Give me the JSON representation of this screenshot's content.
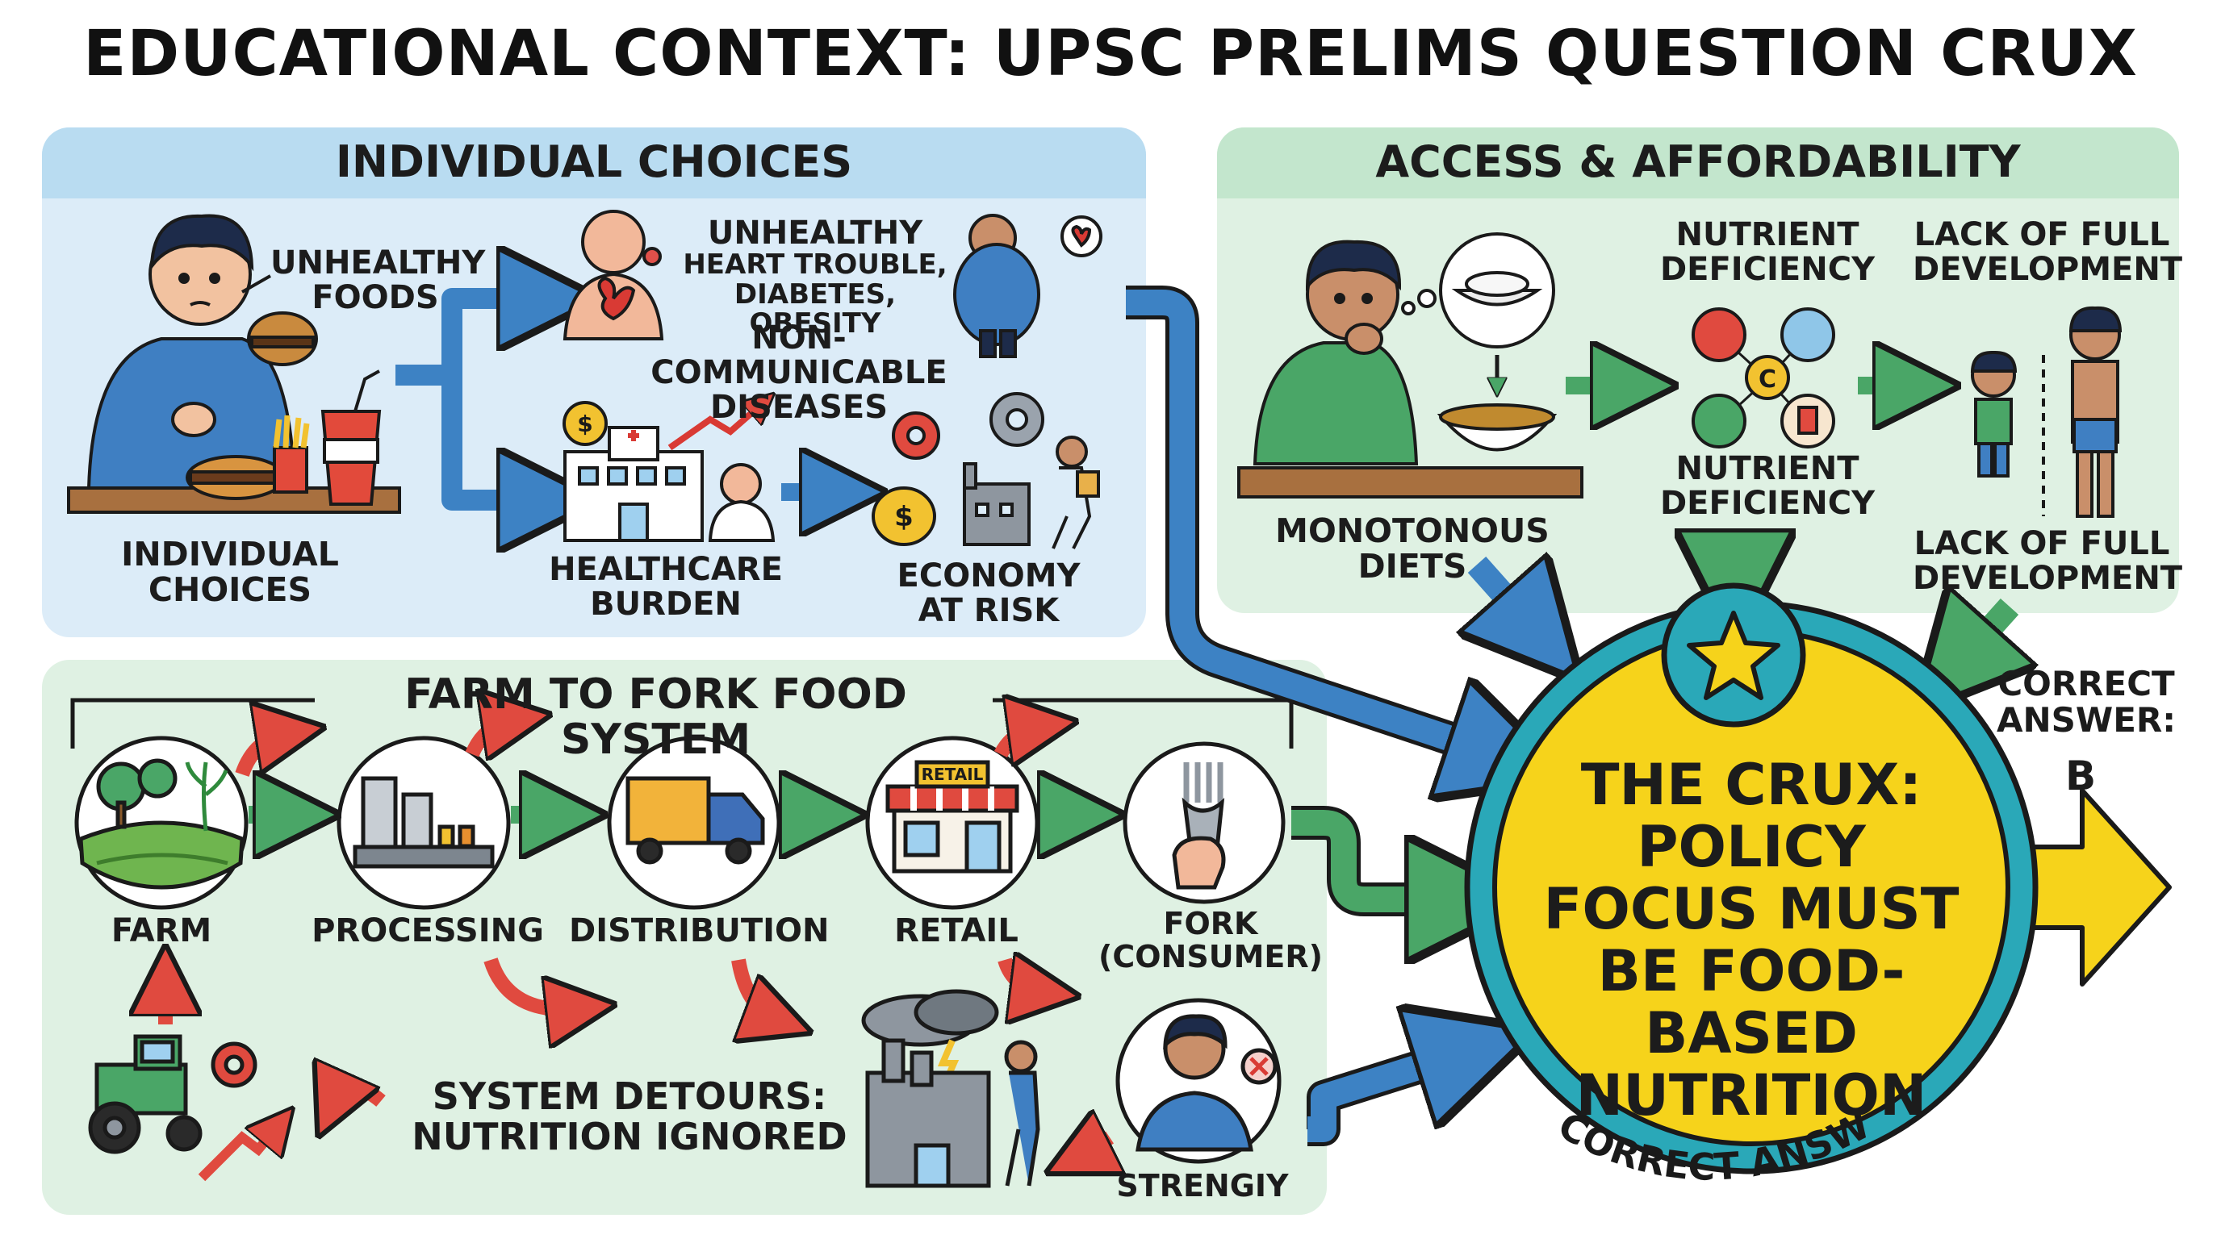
{
  "title": "EDUCATIONAL CONTEXT: UPSC PRELIMS QUESTION CRUX",
  "panel_individual": {
    "heading": "INDIVIDUAL CHOICES",
    "unhealthy_foods": "UNHEALTHY FOODS",
    "individual_choices": "INDIVIDUAL CHOICES",
    "ncd_title": "UNHEALTHY",
    "ncd_examples": "HEART TROUBLE, DIABETES, OBESITY",
    "ncd_label": "NON-COMMUNICABLE DISEASES",
    "healthcare_burden": "HEALTHCARE BURDEN",
    "economy_at_risk": "ECONOMY AT RISK"
  },
  "panel_access": {
    "heading": "ACCESS & AFFORDABILITY",
    "monotonous_diets": "MONOTONOUS DIETS",
    "nutrient_deficiency_top": "NUTRIENT DEFICIENCY",
    "nutrient_deficiency_bottom": "NUTRIENT DEFICIENCY",
    "lack_development_top": "LACK OF FULL DEVELOPMENT",
    "lack_development_bottom": "LACK OF FULL DEVELOPMENT"
  },
  "panel_farm": {
    "heading": "FARM TO FORK FOOD SYSTEM",
    "stages": [
      "FARM",
      "PROCESSING",
      "DISTRIBUTION",
      "RETAIL",
      "FORK (CONSUMER)"
    ],
    "retail_sign": "RETAIL",
    "detours": "SYSTEM DETOURS: NUTRITION IGNORED",
    "strength_label": "STRENGIY"
  },
  "crux": {
    "text": "THE CRUX: POLICY FOCUS MUST BE FOOD-BASED NUTRITION",
    "correct_answer_right": "CORRECT ANSWER:",
    "answer_letter": "B",
    "correct_answer_bottom": "CORRECT ANSWER: B"
  },
  "colors": {
    "blue_panel": "#dcecf8",
    "blue_header": "#b9dcf1",
    "green_panel": "#dff1e3",
    "green_header": "#c3e6cd",
    "crux_fill": "#f6d31b",
    "crux_ring": "#2aa8b8",
    "arrow_blue": "#3d82c4",
    "arrow_green": "#4aa667",
    "arrow_red": "#e04a3f"
  }
}
